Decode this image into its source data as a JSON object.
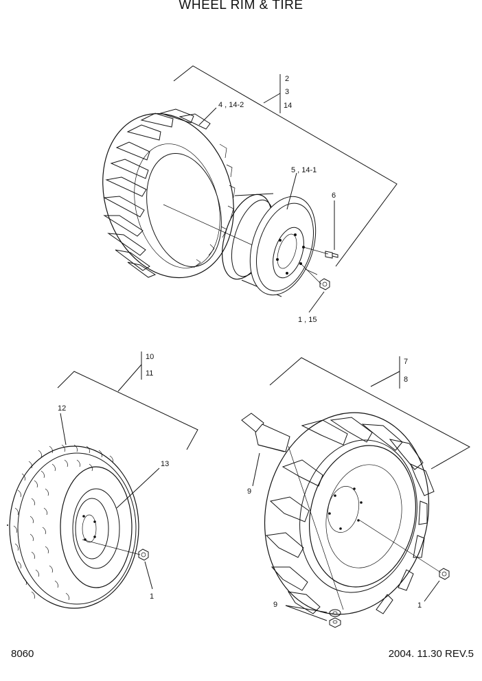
{
  "title": "WHEEL RIM & TIRE",
  "footer": {
    "page_code": "8060",
    "date_rev": "2004. 11.30  REV.5"
  },
  "callouts": {
    "top_2": "2",
    "top_3": "3",
    "top_14": "14",
    "tire_top": "4 , 14-2",
    "rim_top": "5 , 14-1",
    "bolt_6": "6",
    "nut_top": "1 , 15",
    "left_10": "10",
    "left_11": "11",
    "tire_left": "12",
    "rim_left": "13",
    "nut_left": "1",
    "right_7": "7",
    "right_8": "8",
    "block_9": "9",
    "bottom_9": "9",
    "nut_right": "1"
  }
}
